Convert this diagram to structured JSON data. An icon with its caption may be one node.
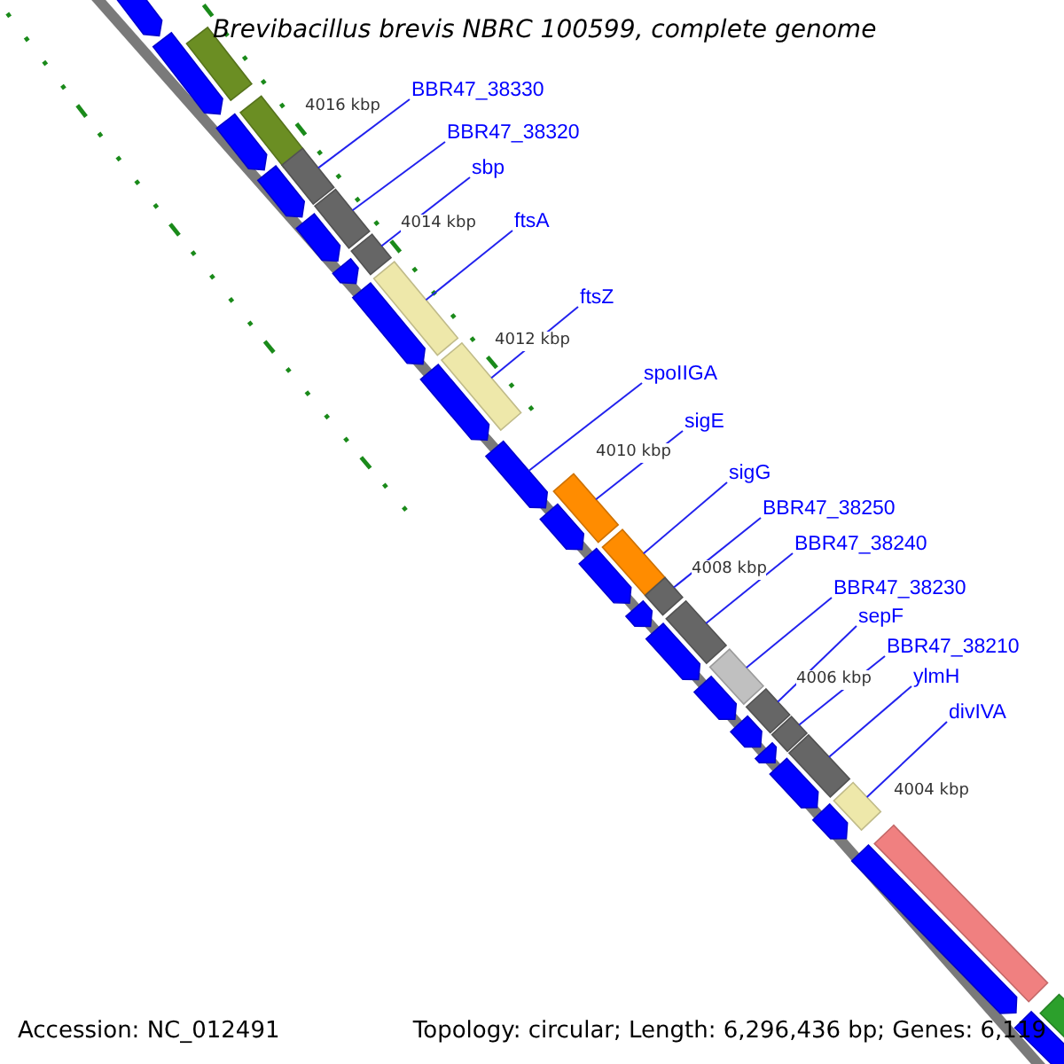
{
  "diagram": {
    "title": "Brevibacillus brevis NBRC 100599, complete genome",
    "nodes": [
      {
        "text": [
          "BBR47_38330"
        ]
      },
      {
        "text": [
          "BBR47_38320"
        ]
      },
      {
        "text": [
          "sbp"
        ]
      },
      {
        "text": [
          "ftsA"
        ]
      },
      {
        "text": [
          "ftsZ"
        ]
      },
      {
        "text": [
          "spoIIGA"
        ]
      },
      {
        "text": [
          "sigE"
        ]
      },
      {
        "text": [
          "sigG"
        ]
      },
      {
        "text": [
          "BBR47_38250"
        ]
      },
      {
        "text": [
          "BBR47_38240"
        ]
      },
      {
        "text": [
          "BBR47_38230"
        ]
      },
      {
        "text": [
          "sepF"
        ]
      },
      {
        "text": [
          "BBR47_38210"
        ]
      },
      {
        "text": [
          "ylmH"
        ]
      },
      {
        "text": [
          "divIVA"
        ]
      },
      {
        "text": [],
        "shape": "bar"
      },
      {
        "text": [],
        "shape": "bar"
      },
      {
        "text": [],
        "shape": "bar"
      },
      {
        "text": [],
        "shape": "bar"
      },
      {
        "text": [],
        "shape": "bar"
      },
      {
        "text": [],
        "shape": "bar"
      },
      {
        "text": [],
        "shape": "bar"
      },
      {
        "text": [],
        "shape": "bar"
      },
      {
        "text": [],
        "shape": "bar"
      },
      {
        "text": [],
        "shape": "bar"
      },
      {
        "text": [],
        "shape": "bar"
      },
      {
        "text": [],
        "shape": "bar"
      },
      {
        "text": [],
        "shape": "bar"
      },
      {
        "text": [],
        "shape": "bar"
      },
      {
        "text": [],
        "shape": "bar"
      },
      {
        "text": [],
        "shape": "bar"
      },
      {
        "text": [],
        "shape": "bar"
      },
      {
        "text": [],
        "shape": "bar"
      },
      {
        "text": [],
        "shape": "bar"
      },
      {
        "text": [],
        "shape": "bar"
      },
      {
        "text": [],
        "shape": "bar"
      },
      {
        "text": [],
        "shape": "bar"
      },
      {
        "text": [],
        "shape": "bar"
      },
      {
        "text": [],
        "shape": "bar"
      },
      {
        "text": [],
        "shape": "bar"
      },
      {
        "text": [],
        "shape": "bar"
      },
      {
        "text": [],
        "shape": "bar"
      },
      {
        "text": [],
        "shape": "bar"
      },
      {
        "text": [],
        "shape": "bar"
      },
      {
        "text": [],
        "shape": "bar"
      },
      {
        "text": [],
        "shape": "bar"
      },
      {
        "text": [],
        "shape": "bar"
      },
      {
        "text": [],
        "shape": "bar"
      },
      {
        "text": [],
        "shape": "bar"
      },
      {
        "text": [],
        "shape": "bar"
      },
      {
        "text": [],
        "shape": "bar"
      },
      {
        "text": [],
        "shape": "bar"
      },
      {
        "text": [],
        "shape": "bar"
      }
    ],
    "edges": [
      {
        "from": 0,
        "to": 21,
        "arrow": "none"
      },
      {
        "from": 1,
        "to": 22,
        "arrow": "none"
      },
      {
        "from": 2,
        "to": 24,
        "arrow": "none"
      },
      {
        "from": 3,
        "to": 26,
        "arrow": "none"
      },
      {
        "from": 4,
        "to": 28,
        "arrow": "none"
      },
      {
        "from": 5,
        "to": 30,
        "arrow": "none"
      },
      {
        "from": 6,
        "to": 31,
        "arrow": "none"
      },
      {
        "from": 7,
        "to": 34,
        "arrow": "none"
      },
      {
        "from": 8,
        "to": 35,
        "arrow": "none"
      },
      {
        "from": 9,
        "to": 37,
        "arrow": "none"
      },
      {
        "from": 10,
        "to": 39,
        "arrow": "none"
      },
      {
        "from": 11,
        "to": 41,
        "arrow": "none"
      },
      {
        "from": 12,
        "to": 43,
        "arrow": "none"
      },
      {
        "from": 13,
        "to": 45,
        "arrow": "none"
      },
      {
        "from": 14,
        "to": 47,
        "arrow": "none"
      }
    ],
    "labels": [
      "4016 kbp",
      "4014 kbp",
      "4012 kbp",
      "4010 kbp",
      "4008 kbp",
      "4006 kbp",
      "4004 kbp",
      "Accession: NC_012491",
      "Topology: circular; Length: 6,296,436 bp; Genes: 6,119"
    ]
  }
}
